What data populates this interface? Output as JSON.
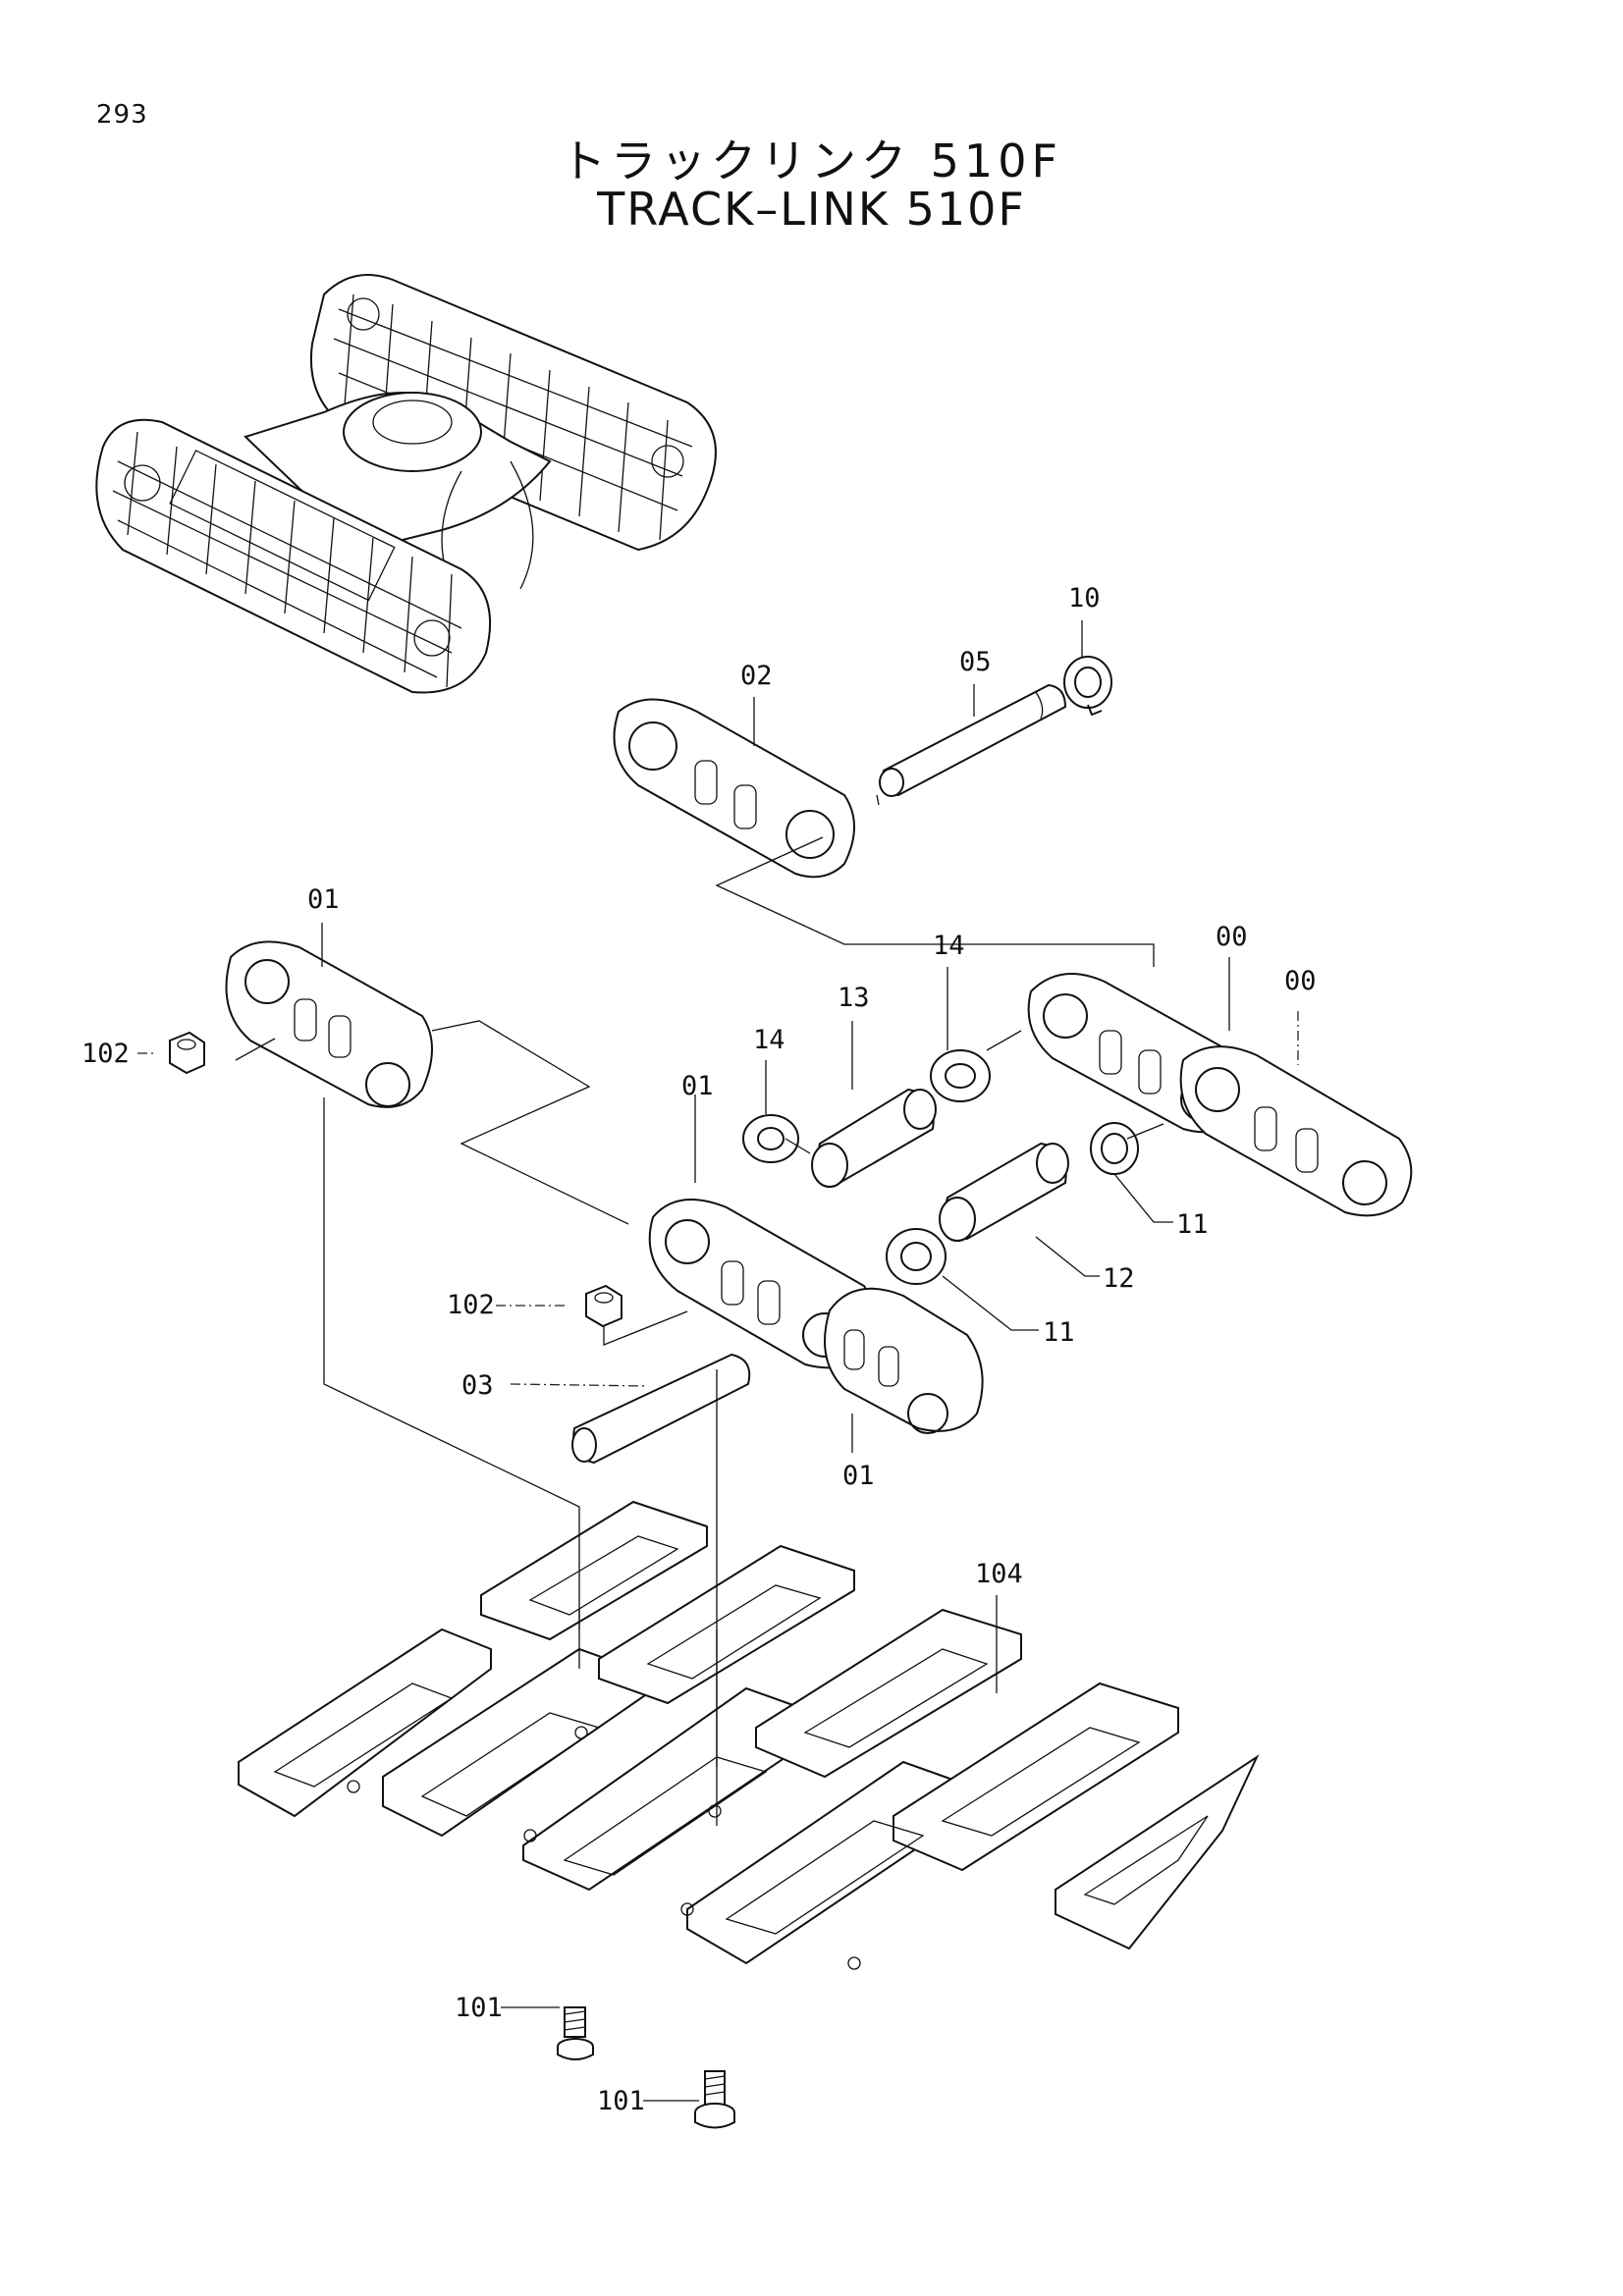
{
  "page": {
    "number": "293",
    "title_jp": "トラックリンク 510F",
    "title_en": "TRACK–LINK 510F"
  },
  "callouts": {
    "c10": "10",
    "c05": "05",
    "c02": "02",
    "c01a": "01",
    "c00a": "00",
    "c00b": "00",
    "c14a": "14",
    "c13": "13",
    "c14b": "14",
    "c01b": "01",
    "c102a": "102",
    "c11a": "11",
    "c12": "12",
    "c102b": "102",
    "c11b": "11",
    "c03": "03",
    "c01c": "01",
    "c104": "104",
    "c101a": "101",
    "c101b": "101"
  }
}
